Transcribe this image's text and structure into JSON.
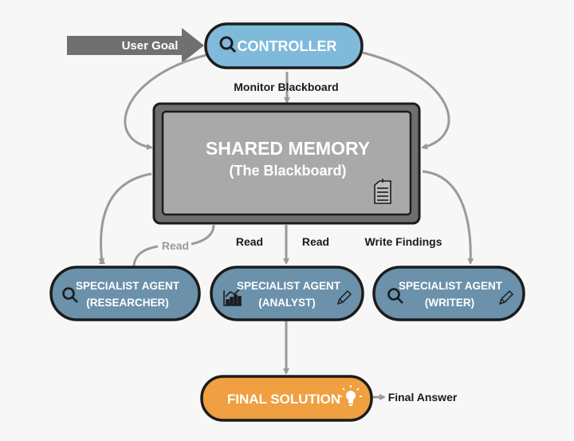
{
  "colors": {
    "controller_fill": "#7fbadb",
    "memory_outer": "#6e6e6e",
    "memory_inner": "#a9a9a9",
    "agent_fill": "#6b91ab",
    "final_fill": "#f0a040",
    "arrow_gray": "#9a9a9a",
    "input_arrow": "#707070",
    "outline": "#1c1c1c"
  },
  "input": {
    "label": "User Goal"
  },
  "controller": {
    "label": "CONTROLLER",
    "icon": "search-icon"
  },
  "edges": {
    "monitor": "Monitor Blackboard",
    "read_researcher": "Read",
    "read_left": "Read",
    "read_right": "Read",
    "write": "Write Findings",
    "final_output": "Final Answer"
  },
  "memory": {
    "title": "SHARED MEMORY",
    "subtitle": "(The Blackboard)",
    "icon": "clipboard-icon"
  },
  "agents": [
    {
      "line1": "SPECIALIST AGENT",
      "line2": "(RESEARCHER)",
      "icon_left": "search-icon"
    },
    {
      "line1": "SPECIALIST AGENT",
      "line2": "(ANALYST)",
      "icon_left": "chart-icon",
      "icon_right": "pencil-icon"
    },
    {
      "line1": "SPECIALIST AGENT",
      "line2": "(WRITER)",
      "icon_left": "search-icon",
      "icon_right": "pencil-icon"
    }
  ],
  "final": {
    "label": "FINAL SOLUTION",
    "icon": "lightbulb-icon"
  }
}
